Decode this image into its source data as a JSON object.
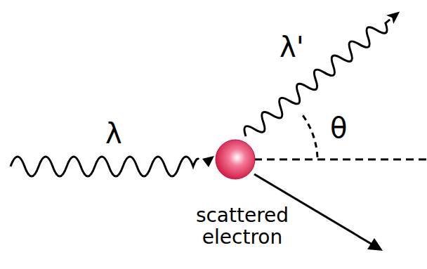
{
  "diagram": {
    "labels": [
      "λ",
      "λ'",
      "θ",
      "scattered electron"
    ]
  }
}
